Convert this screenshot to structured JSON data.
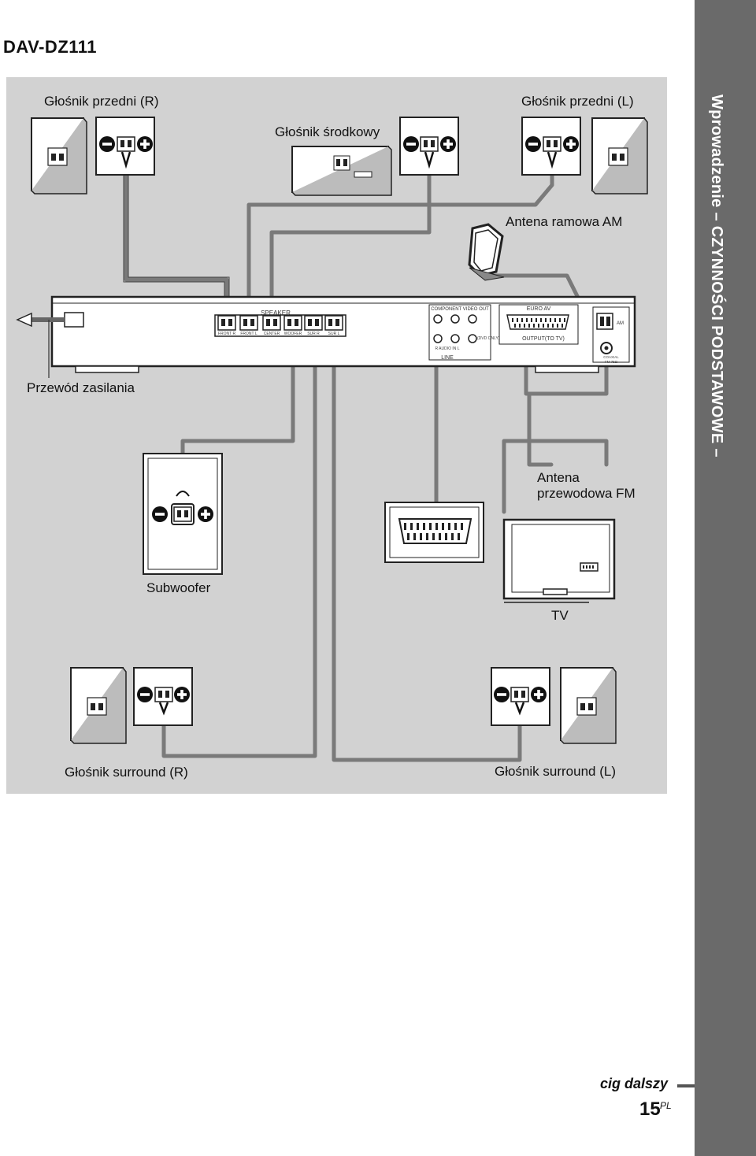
{
  "header": {
    "model": "DAV-DZ111"
  },
  "sidebar": {
    "section_title": "Wprowadzenie – CZYNNOŚCI PODSTAWOWE –"
  },
  "labels": {
    "front_r": "Głośnik przedni (R)",
    "front_l": "Głośnik przedni (L)",
    "center": "Głośnik środkowy",
    "am_antenna": "Antena ramowa AM",
    "power_cord": "Przewód zasilania",
    "fm_antenna_line1": "Antena",
    "fm_antenna_line2": "przewodowa FM",
    "subwoofer": "Subwoofer",
    "tv": "TV",
    "surround_r": "Głośnik surround (R)",
    "surround_l": "Głośnik surround (L)"
  },
  "unit_panel": {
    "speaker_section": "SPEAKER",
    "speaker_jacks": [
      "FRONT R",
      "FRONT L",
      "CENTER",
      "WOOFER",
      "SUR R",
      "SUR L"
    ],
    "component_video_out": "COMPONENT VIDEO OUT",
    "line": "LINE",
    "audio_in": "R  AUDIO IN  L",
    "dvd_only": "(DVD ONLY)",
    "euro_av": "EURO AV",
    "output_to_tv": "OUTPUT(TO TV)",
    "am": "AM",
    "coaxial": "COAXIAL",
    "fm": "FM 75Ω"
  },
  "footer": {
    "continued": "cig dalszy",
    "page_number": "15",
    "page_suffix": "PL"
  },
  "colors": {
    "panel": "#d2d2d2",
    "sidebar": "#6a6a6a",
    "cable": "#7a7a7a"
  }
}
